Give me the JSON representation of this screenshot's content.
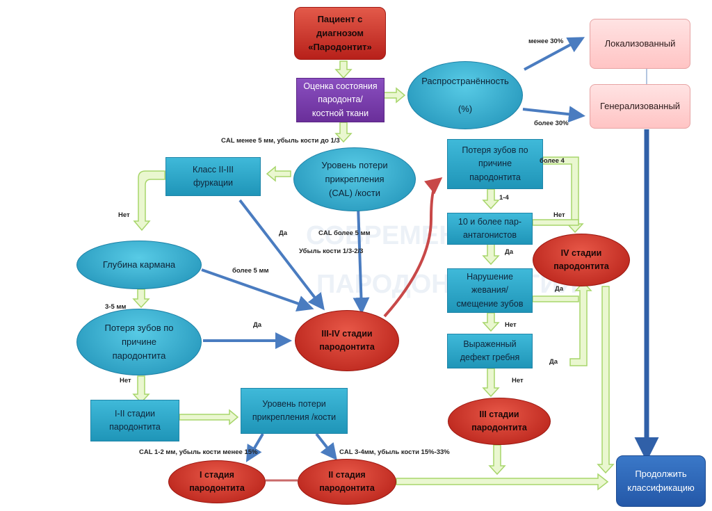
{
  "watermark": {
    "line1": "СОВРЕМЕННАЯ",
    "line2": "ПАРОДОНТОЛОГИЯ"
  },
  "nodes": {
    "patient": "Пациент с\nдиагнозом\n«Пародонтит»",
    "assessment": "Оценка состояния\nпародонта/\nкостной ткани",
    "prevalence": "Распространённость\n\n(%)",
    "localized": "Локализованный",
    "generalized": "Генерализованный",
    "attachment_loss": "Уровень потери\nприкрепления\n(CAL) /кости",
    "furcation": "Класс II-III фуркации",
    "pocket_depth": "Глубина кармана",
    "tooth_loss_left": "Потеря зубов по\nпричине\nпародонтита",
    "stage_3_4": "III-IV стадии\nпародонтита",
    "stage_1_2": "I-II стадии\nпародонтита",
    "attachment_loss_2": "Уровень потери\nприкрепления /кости",
    "stage_1": "I стадия\nпародонтита",
    "stage_2": "II стадия\nпародонтита",
    "tooth_loss_right": "Потеря зубов по\nпричине\nпародонтита",
    "antagonists": "10 и более пар-\nантагонистов",
    "chewing": "Нарушение\nжевания/\nсмещение зубов",
    "ridge_defect": "Выраженный\nдефект гребня",
    "stage_3": "III стадии\nпародонтита",
    "stage_4": "IV стадии\nпародонтита",
    "continue": "Продолжить\nклассификацию"
  },
  "labels": {
    "less30": "менее 30%",
    "more30": "более 30%",
    "cal_less5": "CAL менее 5 мм, убыль кости до 1/3",
    "cal_more5": "CAL более 5 мм",
    "bone_loss": "Убыль кости 1/3-2/3",
    "net_furc": "Нет",
    "da_furc": "Да",
    "more5mm": "более 5 мм",
    "mm35": "3-5 мм",
    "da_tooth": "Да",
    "net_tooth": "Нет",
    "cal12": "CAL 1-2  мм, убыль кости менее 15%",
    "cal34": "CAL 3-4мм, убыль кости 15%-33%",
    "more4": "более 4",
    "range14": "1-4",
    "net_ant": "Нет",
    "da_ant": "Да",
    "da_chew": "Да",
    "net_chew": "Нет",
    "da_ridge": "Да",
    "net_ridge": "Нет"
  }
}
